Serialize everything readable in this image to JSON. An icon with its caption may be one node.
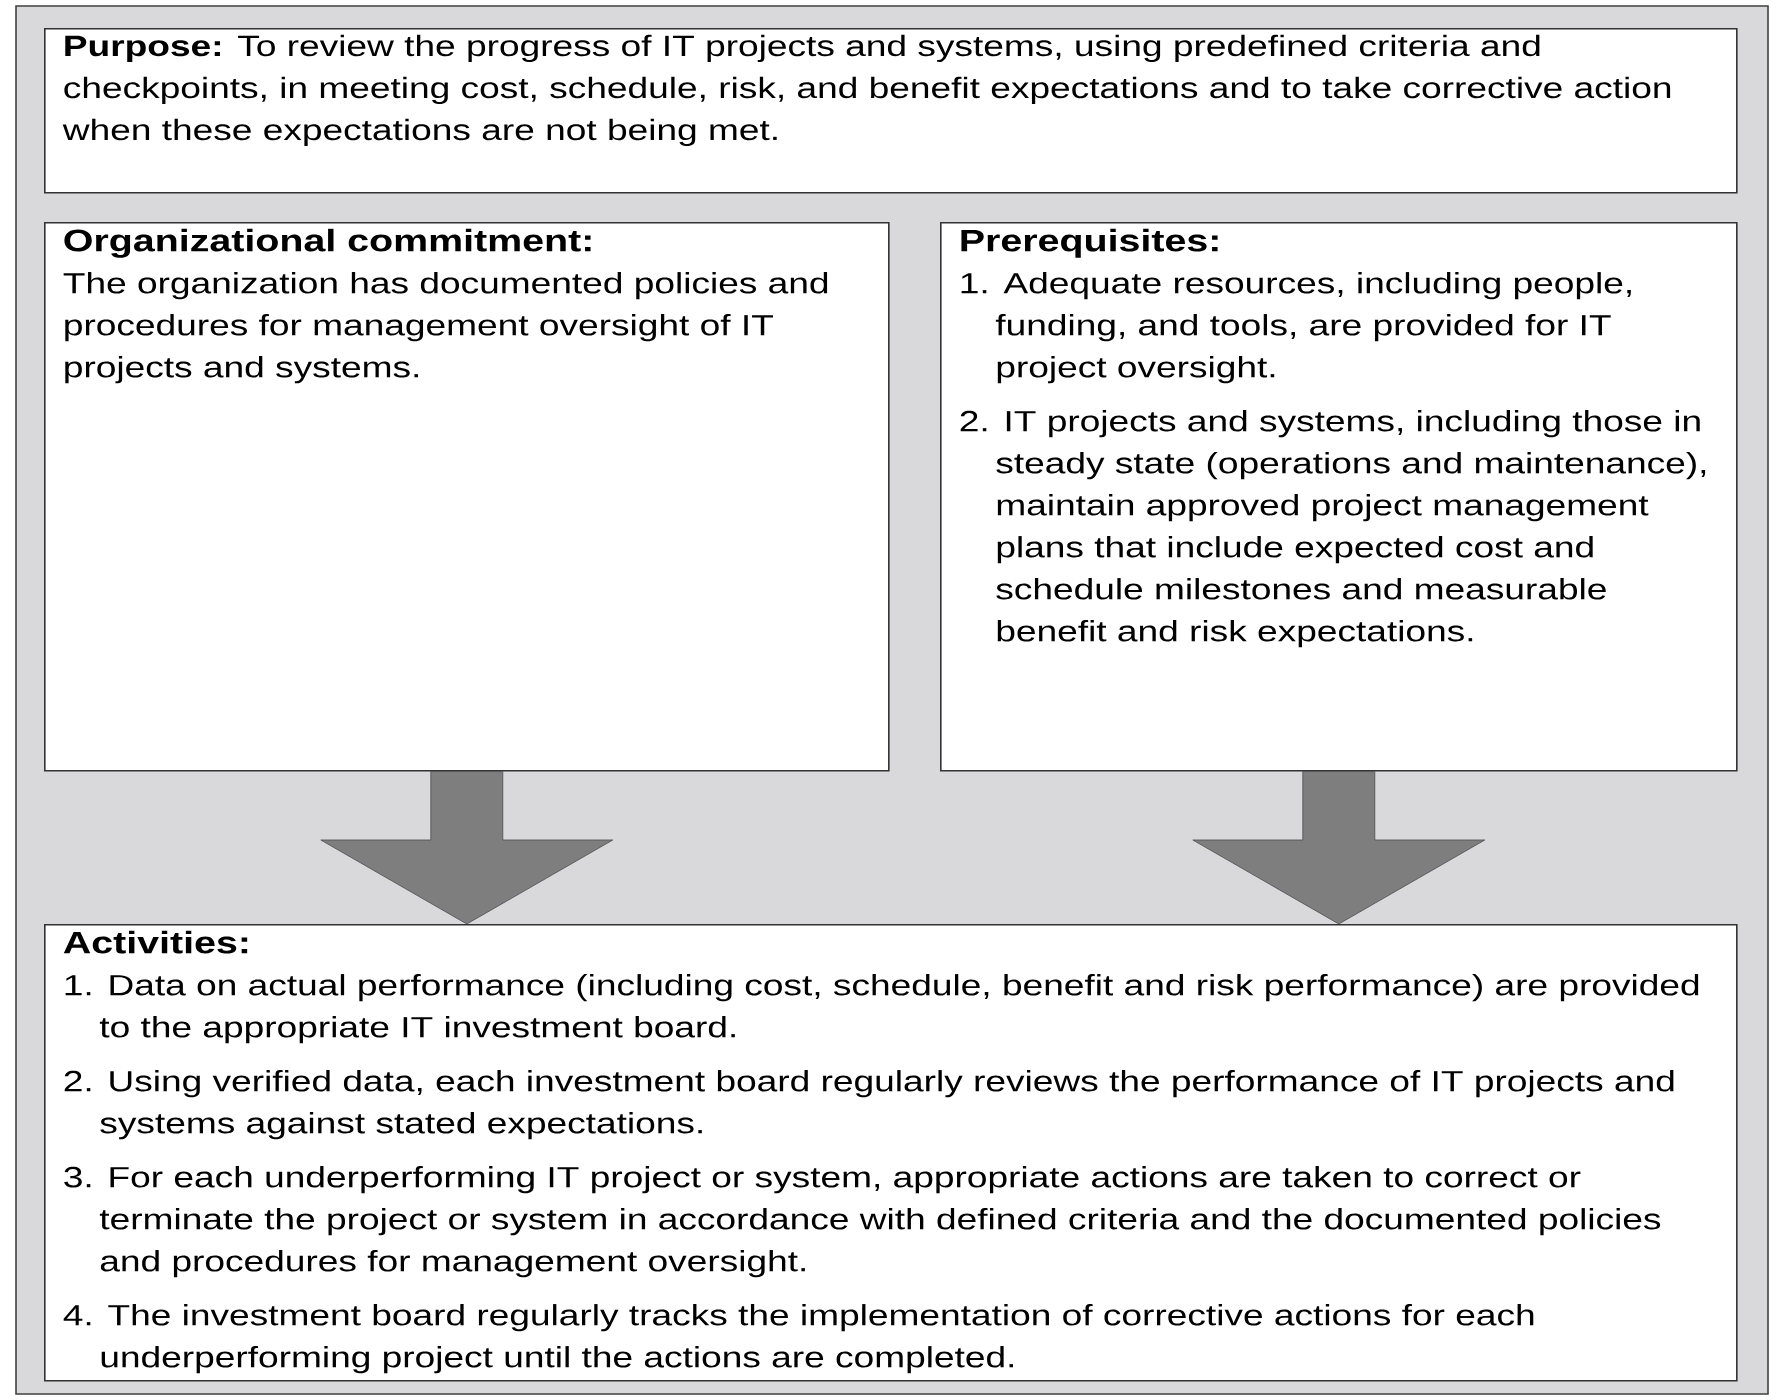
{
  "diagram": {
    "nodes": [
      {
        "text": [
          "**Purpose:** To review the progress of IT projects and systems, using predefined criteria and checkpoints, in meeting cost, schedule, risk, and benefit expectations and to take corrective action when these expectations are not being met."
        ]
      },
      {
        "text": [
          "Organizational commitment:",
          "The organization has documented policies and procedures for management oversight of IT projects and systems."
        ]
      },
      {
        "text": [
          "Prerequisites:",
          "1. Adequate resources, including people, funding, and tools, are provided for IT project oversight.",
          "2. IT projects and systems, including those in steady state (operations and maintenance), maintain approved project management plans that include expected cost and schedule milestones and measurable benefit and risk expectations."
        ]
      },
      {
        "text": [
          "Activities:",
          "1. Data on actual performance (including cost, schedule, benefit and risk performance) are provided to the appropriate IT investment board.",
          "2. Using verified data, each investment board regularly reviews the performance of IT projects and systems against stated expectations.",
          "3. For each underperforming IT project or system, appropriate actions are taken to correct or terminate the project or system in accordance with defined criteria and the documented policies and procedures for management oversight.",
          "4. The investment board regularly tracks the implementation of corrective actions for each underperforming project until the actions are completed."
        ]
      }
    ],
    "edges": [
      {
        "from": 1,
        "to": 3,
        "arrow": "to"
      },
      {
        "from": 2,
        "to": 3,
        "arrow": "to"
      }
    ]
  }
}
